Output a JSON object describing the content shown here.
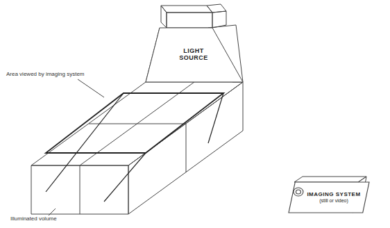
{
  "diagram": {
    "nodes": [
      {
        "text": [
          "LIGHT SOURCE"
        ]
      },
      {
        "text": [
          "IMAGING SYSTEM",
          "(still or video)"
        ]
      }
    ],
    "labels": [
      "Area viewed by imaging system",
      "Illuminated volume"
    ]
  }
}
